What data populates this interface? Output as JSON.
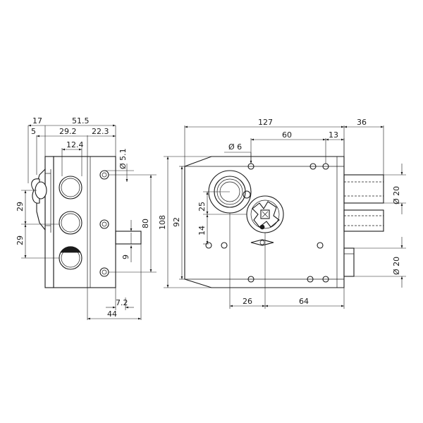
{
  "dimensions": {
    "d17": "17",
    "d51_5": "51.5",
    "d5": "5",
    "d29_2": "29.2",
    "d22_3": "22.3",
    "d12_4": "12.4",
    "dia5_1": "Ø 5.1",
    "d29_a": "29",
    "d29_b": "29",
    "d80": "80",
    "d9": "9",
    "d7_2": "7.2",
    "d44": "44",
    "d127": "127",
    "d36": "36",
    "dia6": "Ø 6",
    "d60": "60",
    "d13": "13",
    "d108": "108",
    "d92": "92",
    "d25": "25",
    "d14": "14",
    "d26": "26",
    "d64": "64",
    "dia20_a": "Ø 20",
    "dia20_b": "Ø 20"
  }
}
